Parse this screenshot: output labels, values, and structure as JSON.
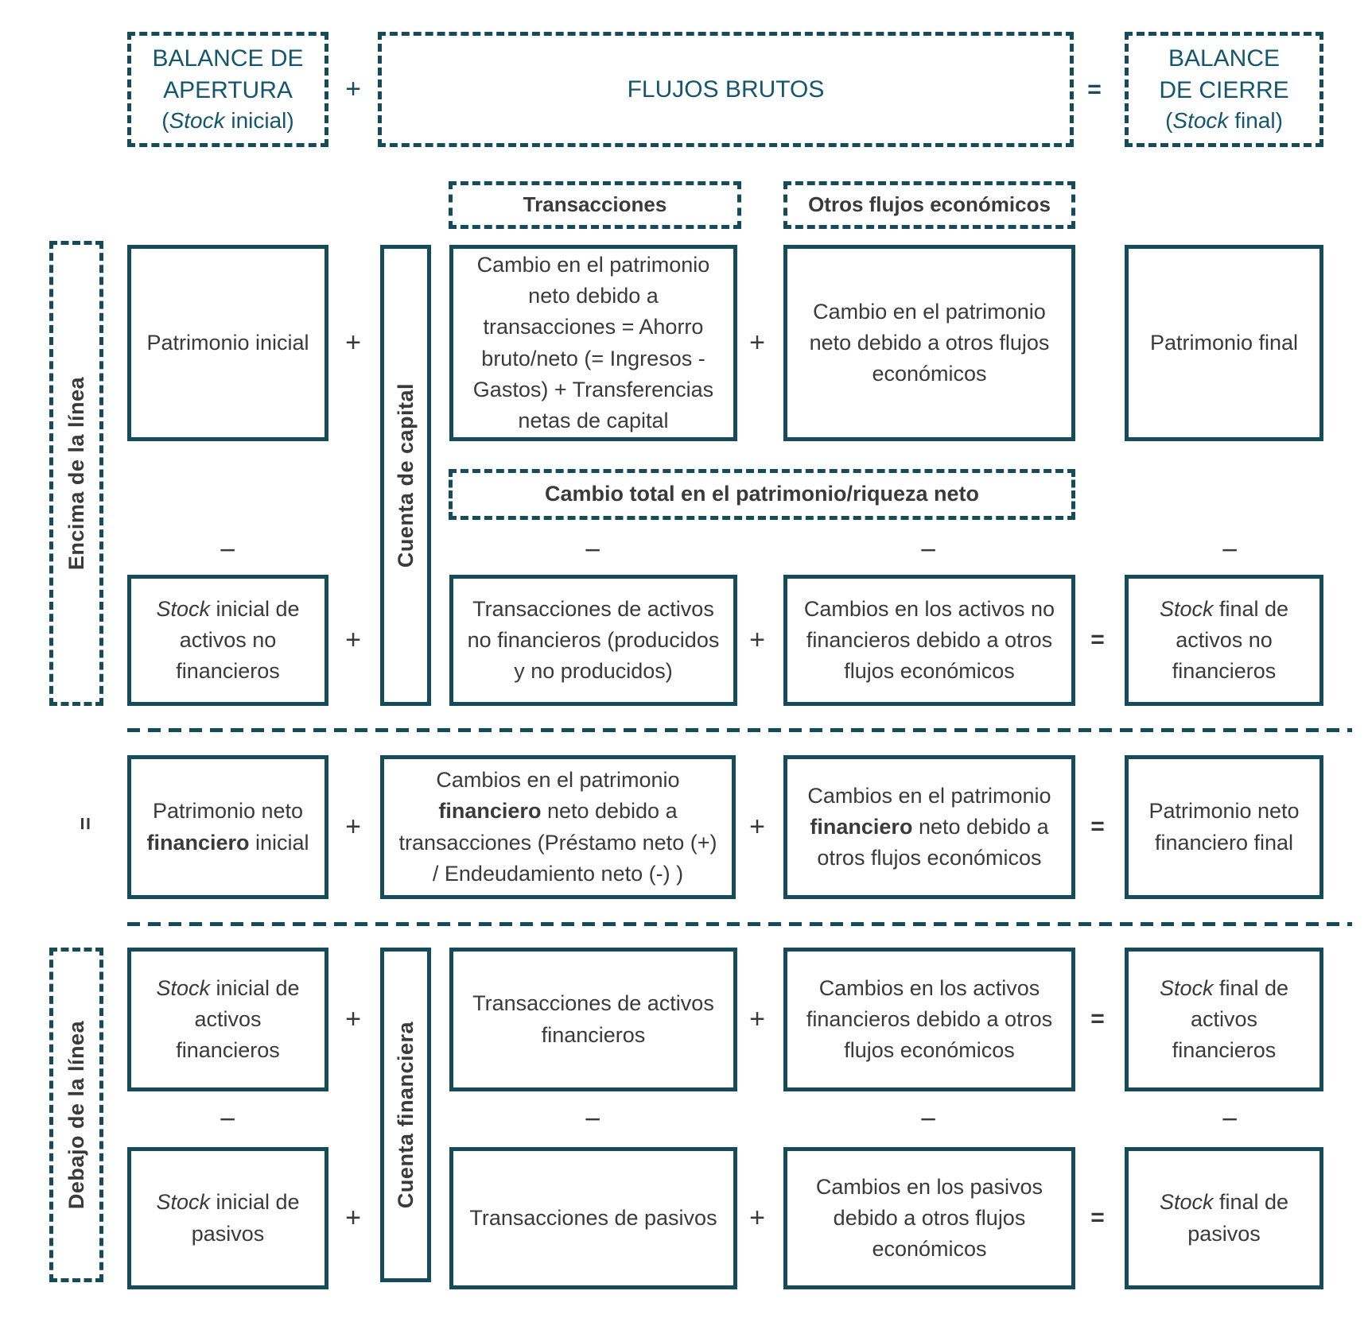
{
  "colors": {
    "accent": "#164B5C",
    "accent_text": "#14566E",
    "text": "#3A3A3B"
  },
  "header": {
    "opening_title_line1": "BALANCE DE",
    "opening_title_line2": "APERTURA",
    "opening_subtitle_runs": [
      {
        "t": "("
      },
      {
        "t": "Stock",
        "i": true
      },
      {
        "t": " inicial)"
      }
    ],
    "plus": "+",
    "gross_flows": "FLUJOS BRUTOS",
    "equals": "=",
    "closing_title_line1": "BALANCE",
    "closing_title_line2": "DE CIERRE",
    "closing_subtitle_runs": [
      {
        "t": "("
      },
      {
        "t": "Stock",
        "i": true
      },
      {
        "t": " final)"
      }
    ]
  },
  "subheaders": {
    "transactions": "Transacciones",
    "other_flows": "Otros flujos económicos"
  },
  "sections": {
    "above_line": "Encima de la línea",
    "below_line": "Debajo de la línea",
    "section_equals": "="
  },
  "accounts": {
    "capital": "Cuenta de capital",
    "financial": "Cuenta financiera"
  },
  "total_change": "Cambio total en el patrimonio/riqueza neto",
  "ops": {
    "plus": "+",
    "minus": "−",
    "equals": "="
  },
  "rows": {
    "r1": {
      "c1": "Patrimonio inicial",
      "c2": "Cambio en el patrimonio neto debido a transacciones = Ahorro bruto/neto (= Ingresos - Gastos) + Transferencias netas de capital",
      "c3": "Cambio en el patrimonio neto debido a otros flujos económicos",
      "c4": "Patrimonio final"
    },
    "r2": {
      "c1_runs": [
        {
          "t": "Stock",
          "i": true
        },
        {
          "t": " inicial de activos no financieros"
        }
      ],
      "c2": "Transacciones de activos no financieros (producidos y no producidos)",
      "c3": "Cambios en los activos no financieros debido a otros flujos económicos",
      "c4_runs": [
        {
          "t": "Stock",
          "i": true
        },
        {
          "t": " final de activos no financieros"
        }
      ]
    },
    "r3": {
      "c1_runs": [
        {
          "t": "Patrimonio neto "
        },
        {
          "t": "financiero",
          "b": true
        },
        {
          "t": " inicial"
        }
      ],
      "c2_runs": [
        {
          "t": "Cambios en el patrimonio "
        },
        {
          "t": "financiero",
          "b": true
        },
        {
          "t": " neto debido a transacciones (Préstamo neto (+) / Endeudamiento neto (-) )"
        }
      ],
      "c3_runs": [
        {
          "t": "Cambios en el patrimonio "
        },
        {
          "t": "financiero",
          "b": true
        },
        {
          "t": " neto debido a otros flujos económicos"
        }
      ],
      "c4": "Patrimonio neto financiero final"
    },
    "r4": {
      "c1_runs": [
        {
          "t": "Stock",
          "i": true
        },
        {
          "t": " inicial de activos financieros"
        }
      ],
      "c2": "Transacciones de activos financieros",
      "c3": "Cambios en los activos financieros debido a otros flujos económicos",
      "c4_runs": [
        {
          "t": "Stock",
          "i": true
        },
        {
          "t": " final de activos financieros"
        }
      ]
    },
    "r5": {
      "c1_runs": [
        {
          "t": "Stock",
          "i": true
        },
        {
          "t": " inicial de pasivos"
        }
      ],
      "c2": "Transacciones de pasivos",
      "c3": "Cambios en los pasivos debido a otros flujos económicos",
      "c4_runs": [
        {
          "t": "Stock",
          "i": true
        },
        {
          "t": " final de pasivos"
        }
      ]
    }
  }
}
